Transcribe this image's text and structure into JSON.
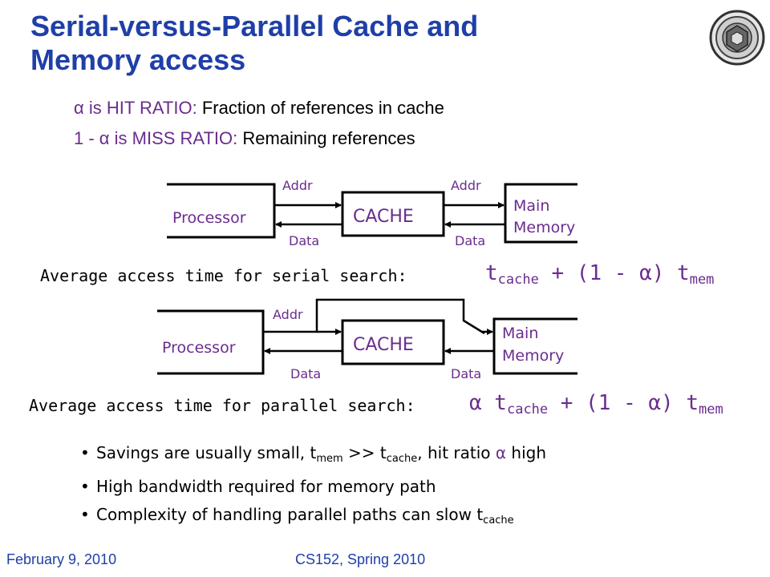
{
  "title": {
    "line1": "Serial-versus-Parallel Cache and",
    "line2": "Memory access"
  },
  "definitions": [
    {
      "symbol": "α",
      "term": " is HIT RATIO:",
      "text": " Fraction of references in cache"
    },
    {
      "prefix": "1 - ",
      "symbol": "α",
      "term": " is MISS RATIO:",
      "text": " Remaining references"
    }
  ],
  "serial_diagram": {
    "processor": "Processor",
    "cache": "CACHE",
    "memory_line1": "Main",
    "memory_line2": "Memory",
    "addr_left": "Addr",
    "addr_right": "Addr",
    "data_left": "Data",
    "data_right": "Data"
  },
  "parallel_diagram": {
    "processor": "Processor",
    "cache": "CACHE",
    "memory_line1": "Main",
    "memory_line2": "Memory",
    "addr": "Addr",
    "data_left": "Data",
    "data_right": "Data"
  },
  "serial_formula": {
    "label": "Average access time for serial search:",
    "t": "t",
    "cache_sub": "cache",
    "mid": " + (1 - ",
    "alpha": "α",
    "close": ") t",
    "mem_sub": "mem"
  },
  "parallel_formula": {
    "label": "Average access time for parallel search:",
    "alpha1": "α",
    "t": " t",
    "cache_sub": "cache",
    "mid": " + (1 - ",
    "alpha2": "α",
    "close": ") t",
    "mem_sub": "mem"
  },
  "bullets": [
    {
      "a": "Savings are usually small, t",
      "mem_sub": "mem",
      "b": " >> t",
      "cache_sub": "cache",
      "c": ", hit ratio ",
      "alpha": "α",
      "d": " high"
    },
    {
      "text": "High bandwidth required for memory path"
    },
    {
      "a": "Complexity of handling parallel paths can slow t",
      "cache_sub": "cache"
    }
  ],
  "footer": {
    "date": "February 9, 2010",
    "course": "CS152, Spring 2010"
  },
  "colors": {
    "title": "#1f3fa8",
    "diagram": "#6a2c8e",
    "text": "#000000"
  }
}
